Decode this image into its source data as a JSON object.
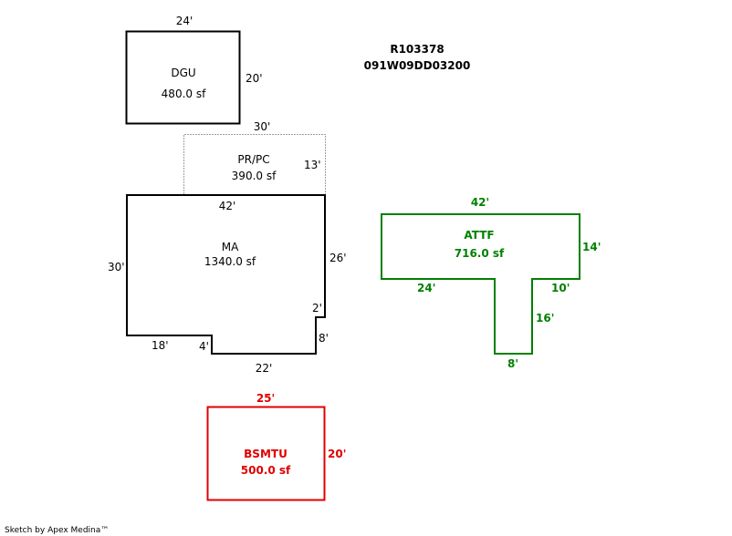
{
  "header": {
    "parcel_id": "R103378",
    "map_number": "091W09DD03200"
  },
  "footer": {
    "credit": "Sketch by Apex Medina™"
  },
  "areas": {
    "dgu": {
      "code": "DGU",
      "area": "480.0 sf",
      "dims": {
        "top": "24'",
        "right": "20'"
      },
      "color": "#000000"
    },
    "pr_pc": {
      "code": "PR/PC",
      "area": "390.0 sf",
      "dims": {
        "top": "30'",
        "right": "13'"
      },
      "color": "#a0a0a0"
    },
    "ma": {
      "code": "MA",
      "area": "1340.0 sf",
      "dims": {
        "top": "42'",
        "left": "30'",
        "right": "26'",
        "jog_right": "2'",
        "notch_right": "8'",
        "bottom_left": "18'",
        "notch_left": "4'",
        "bottom": "22'"
      },
      "color": "#000000"
    },
    "attf": {
      "code": "ATTF",
      "area": "716.0 sf",
      "dims": {
        "top": "42'",
        "right": "14'",
        "bottom_left": "24'",
        "bottom_right": "10'",
        "stem_side": "16'",
        "stem_bottom": "8'"
      },
      "color": "#008000"
    },
    "bsmtu": {
      "code": "BSMTU",
      "area": "500.0 sf",
      "dims": {
        "top": "25'",
        "right": "20'"
      },
      "color": "#e00000"
    }
  }
}
